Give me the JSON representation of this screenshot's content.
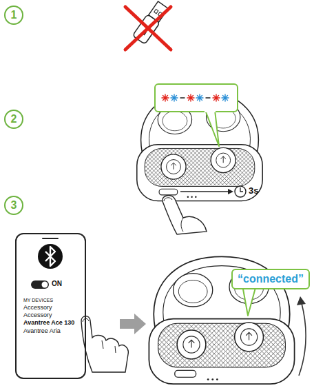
{
  "diagram": {
    "nodes": [
      {
        "text": [
          "1"
        ]
      },
      {
        "text": [
          "2"
        ]
      },
      {
        "text": [
          "3"
        ]
      },
      {
        "text": [
          "ON",
          "MY DEVICES",
          "Accessory",
          "Accessory",
          "Avantree Ace 130",
          "Avantree Aria"
        ]
      },
      {
        "text": [
          "“connected”"
        ]
      }
    ],
    "labels": [
      "3s"
    ]
  }
}
